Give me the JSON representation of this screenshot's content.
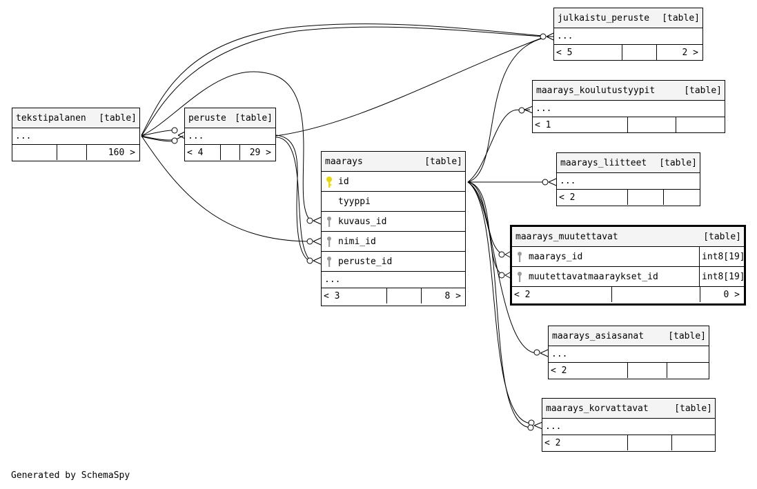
{
  "footer": "Generated by SchemaSpy",
  "tables": {
    "julkaistu_peruste": {
      "name": "julkaistu_peruste",
      "kind": "[table]",
      "more": "...",
      "parents": "< 5",
      "children": "2 >"
    },
    "maarays_koulutustyypit": {
      "name": "maarays_koulutustyypit",
      "kind": "[table]",
      "more": "...",
      "parents": "< 1",
      "children": ""
    },
    "tekstipalanen": {
      "name": "tekstipalanen",
      "kind": "[table]",
      "more": "...",
      "parents": "",
      "children": "160 >"
    },
    "peruste": {
      "name": "peruste",
      "kind": "[table]",
      "more": "...",
      "parents": "< 4",
      "children": "29 >"
    },
    "maarays_liitteet": {
      "name": "maarays_liitteet",
      "kind": "[table]",
      "more": "...",
      "parents": "< 2",
      "children": ""
    },
    "maarays": {
      "name": "maarays",
      "kind": "[table]",
      "columns": [
        {
          "name": "id",
          "key": "primary"
        },
        {
          "name": "tyyppi",
          "key": "none"
        },
        {
          "name": "kuvaus_id",
          "key": "foreign"
        },
        {
          "name": "nimi_id",
          "key": "foreign"
        },
        {
          "name": "peruste_id",
          "key": "foreign"
        }
      ],
      "more": "...",
      "parents": "< 3",
      "children": "8 >"
    },
    "maarays_muutettavat": {
      "name": "maarays_muutettavat",
      "kind": "[table]",
      "columns": [
        {
          "name": "maarays_id",
          "type": "int8[19]",
          "key": "foreign"
        },
        {
          "name": "muutettavatmaaraykset_id",
          "type": "int8[19]",
          "key": "foreign"
        }
      ],
      "parents": "< 2",
      "children": "0 >"
    },
    "maarays_asiasanat": {
      "name": "maarays_asiasanat",
      "kind": "[table]",
      "more": "...",
      "parents": "< 2",
      "children": ""
    },
    "maarays_korvattavat": {
      "name": "maarays_korvattavat",
      "kind": "[table]",
      "more": "...",
      "parents": "< 2",
      "children": ""
    }
  },
  "colors": {
    "primary_key": "#e8d800",
    "foreign_key": "#9a9a9a",
    "header_bg": "#f4f4f4"
  }
}
